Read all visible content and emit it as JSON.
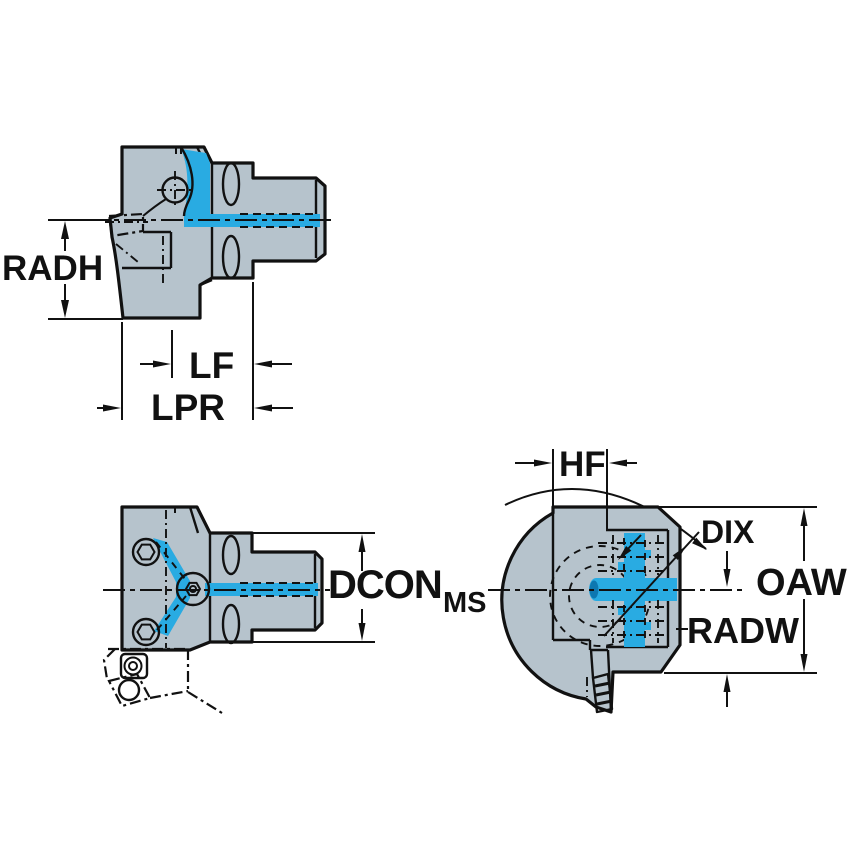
{
  "page": {
    "background": "#ffffff",
    "type": "technical-drawing"
  },
  "palette": {
    "body_fill": "#b6c3cc",
    "coolant_blue": "#29abe2",
    "coolant_blue_dark": "#0d77b0",
    "insert_yellow": "#fcc814",
    "hole_fill": "#ededed",
    "outline": "#111111"
  },
  "views": {
    "side_view": {
      "dimensions": {
        "radh": {
          "label": "RADH"
        },
        "lf": {
          "label": "LF"
        },
        "lpr": {
          "label": "LPR"
        }
      }
    },
    "back_view": {
      "dimensions": {
        "dcon": {
          "label": "DCON",
          "subscript": "MS"
        }
      }
    },
    "front_view": {
      "dimensions": {
        "hf": {
          "label": "HF"
        },
        "dix": {
          "label": "DIX"
        },
        "oaw": {
          "label": "OAW"
        },
        "radw": {
          "label": "RADW"
        }
      }
    }
  }
}
